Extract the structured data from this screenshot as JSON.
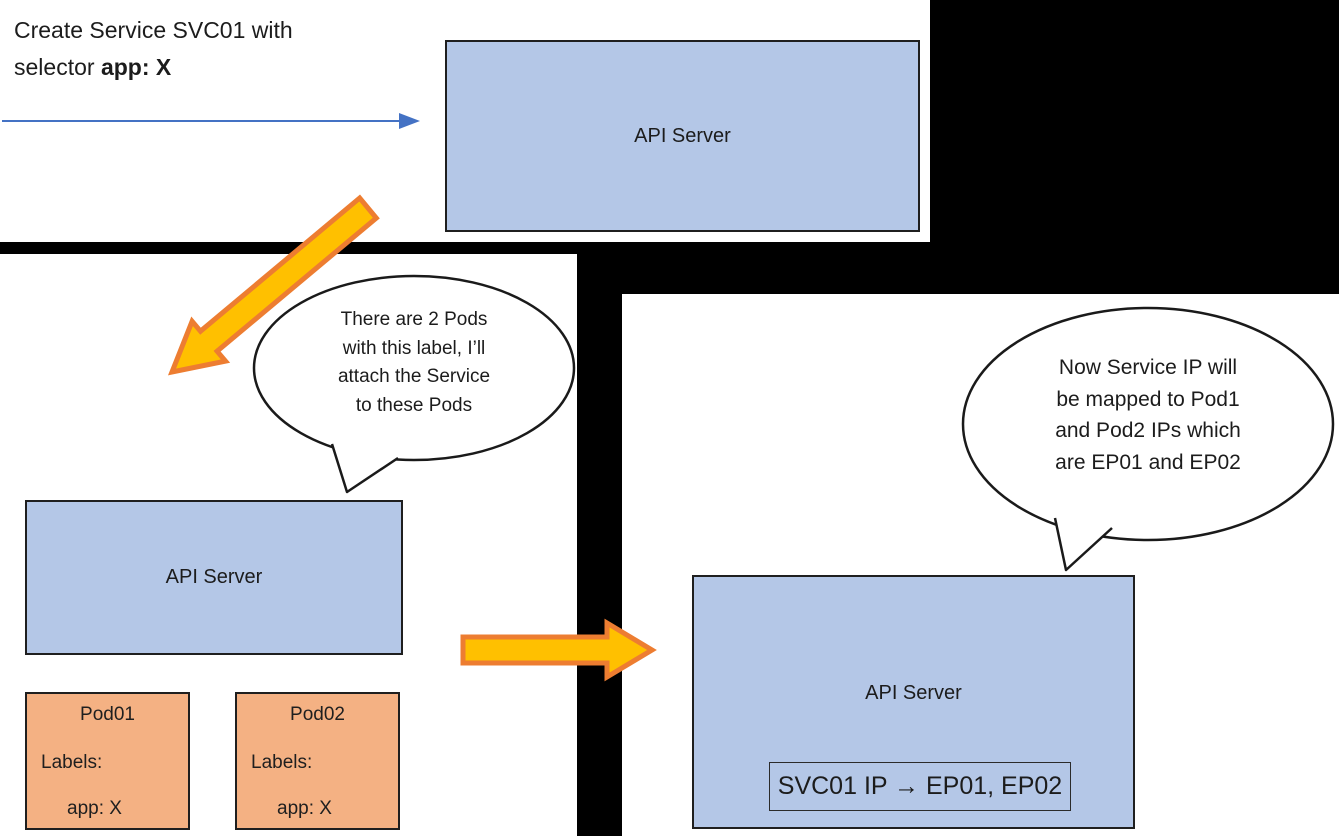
{
  "colors": {
    "background": "#000000",
    "panel": "#ffffff",
    "server_box_fill": "#b4c7e7",
    "pod_fill": "#f4b183",
    "block_arrow_fill": "#ffc000",
    "block_arrow_stroke": "#ed7d31",
    "thin_arrow": "#4472c4",
    "outline": "#1f1f1f"
  },
  "caption": {
    "line1": "Create Service SVC01 with",
    "line2_prefix": "selector ",
    "line2_bold": "app: X"
  },
  "panels": {
    "top": {
      "api_server_label": "API Server"
    },
    "left": {
      "bubble_text": "There are 2 Pods\nwith this label, I’ll\nattach the Service\nto these Pods",
      "api_server_label": "API Server",
      "pods": [
        {
          "title": "Pod01",
          "labels_heading": "Labels:",
          "label_value": "app: X"
        },
        {
          "title": "Pod02",
          "labels_heading": "Labels:",
          "label_value": "app: X"
        }
      ]
    },
    "right": {
      "bubble_text": "Now Service IP will\nbe mapped to Pod1\nand Pod2 IPs which\nare EP01 and EP02",
      "api_server_label": "API Server",
      "endpoint_mapping": "SVC01 IP → EP01, EP02"
    }
  }
}
